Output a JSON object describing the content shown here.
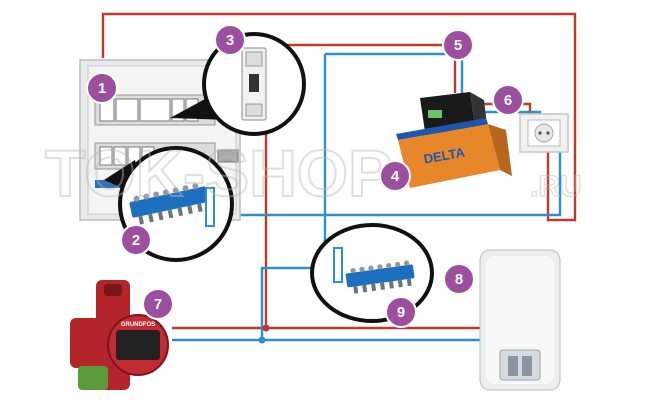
{
  "watermark": {
    "main": "TOK-SHOP",
    "suffix": ".RU"
  },
  "ups_battery_brand": "DELTA",
  "pump_brand": "GRUNDFOS",
  "colors": {
    "phase_wire": "#c0392b",
    "neutral_wire": "#2e8fd0",
    "badge": "#9b4f9e",
    "pump_red": "#b3252b",
    "battery_orange": "#e8862a"
  },
  "badges": [
    {
      "id": "1",
      "label": "1"
    },
    {
      "id": "2",
      "label": "2"
    },
    {
      "id": "3",
      "label": "3"
    },
    {
      "id": "4",
      "label": "4"
    },
    {
      "id": "5",
      "label": "5"
    },
    {
      "id": "6",
      "label": "6"
    },
    {
      "id": "7",
      "label": "7"
    },
    {
      "id": "8",
      "label": "8"
    },
    {
      "id": "9",
      "label": "9"
    }
  ]
}
